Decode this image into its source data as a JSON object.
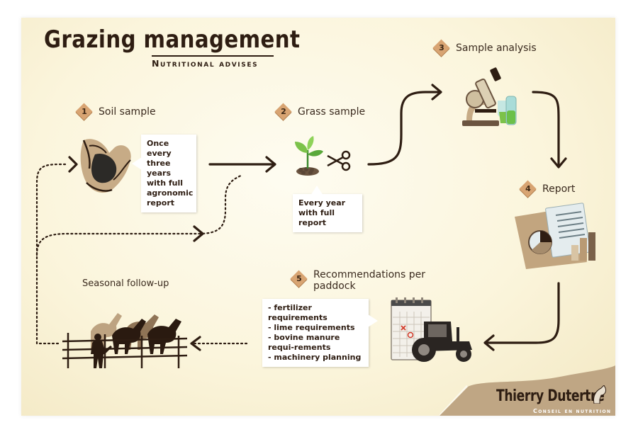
{
  "header": {
    "title": "Grazing management",
    "subtitle": "Nutritional advises"
  },
  "steps": [
    {
      "number": "1",
      "label": "Soil sample"
    },
    {
      "number": "2",
      "label": "Grass sample"
    },
    {
      "number": "3",
      "label": "Sample analysis"
    },
    {
      "number": "4",
      "label": "Report"
    },
    {
      "number": "5",
      "label": "Recommendations per paddock"
    }
  ],
  "notes": {
    "soil": "Once every three years with full agronomic report",
    "grass": "Every year with full report",
    "recommendations": [
      "- fertilizer requirements",
      "- lime requirements",
      "- bovine manure requi-rements",
      "- machinery planning"
    ]
  },
  "seasonal_label": "Seasonal follow-up",
  "brand": {
    "name": "Thierry Dutertre",
    "tagline": "Conseil en nutrition"
  },
  "colors": {
    "arrow": "#2e1d12",
    "badge": "#d8a472",
    "background": "#fbf5dc",
    "brand_band": "#bfa684"
  },
  "icons": [
    "soil-hands-icon",
    "seedling-icon",
    "scissors-icon",
    "microscope-icon",
    "report-folder-icon",
    "calendar-icon",
    "tractor-icon",
    "horses-icon",
    "farmer-icon"
  ]
}
